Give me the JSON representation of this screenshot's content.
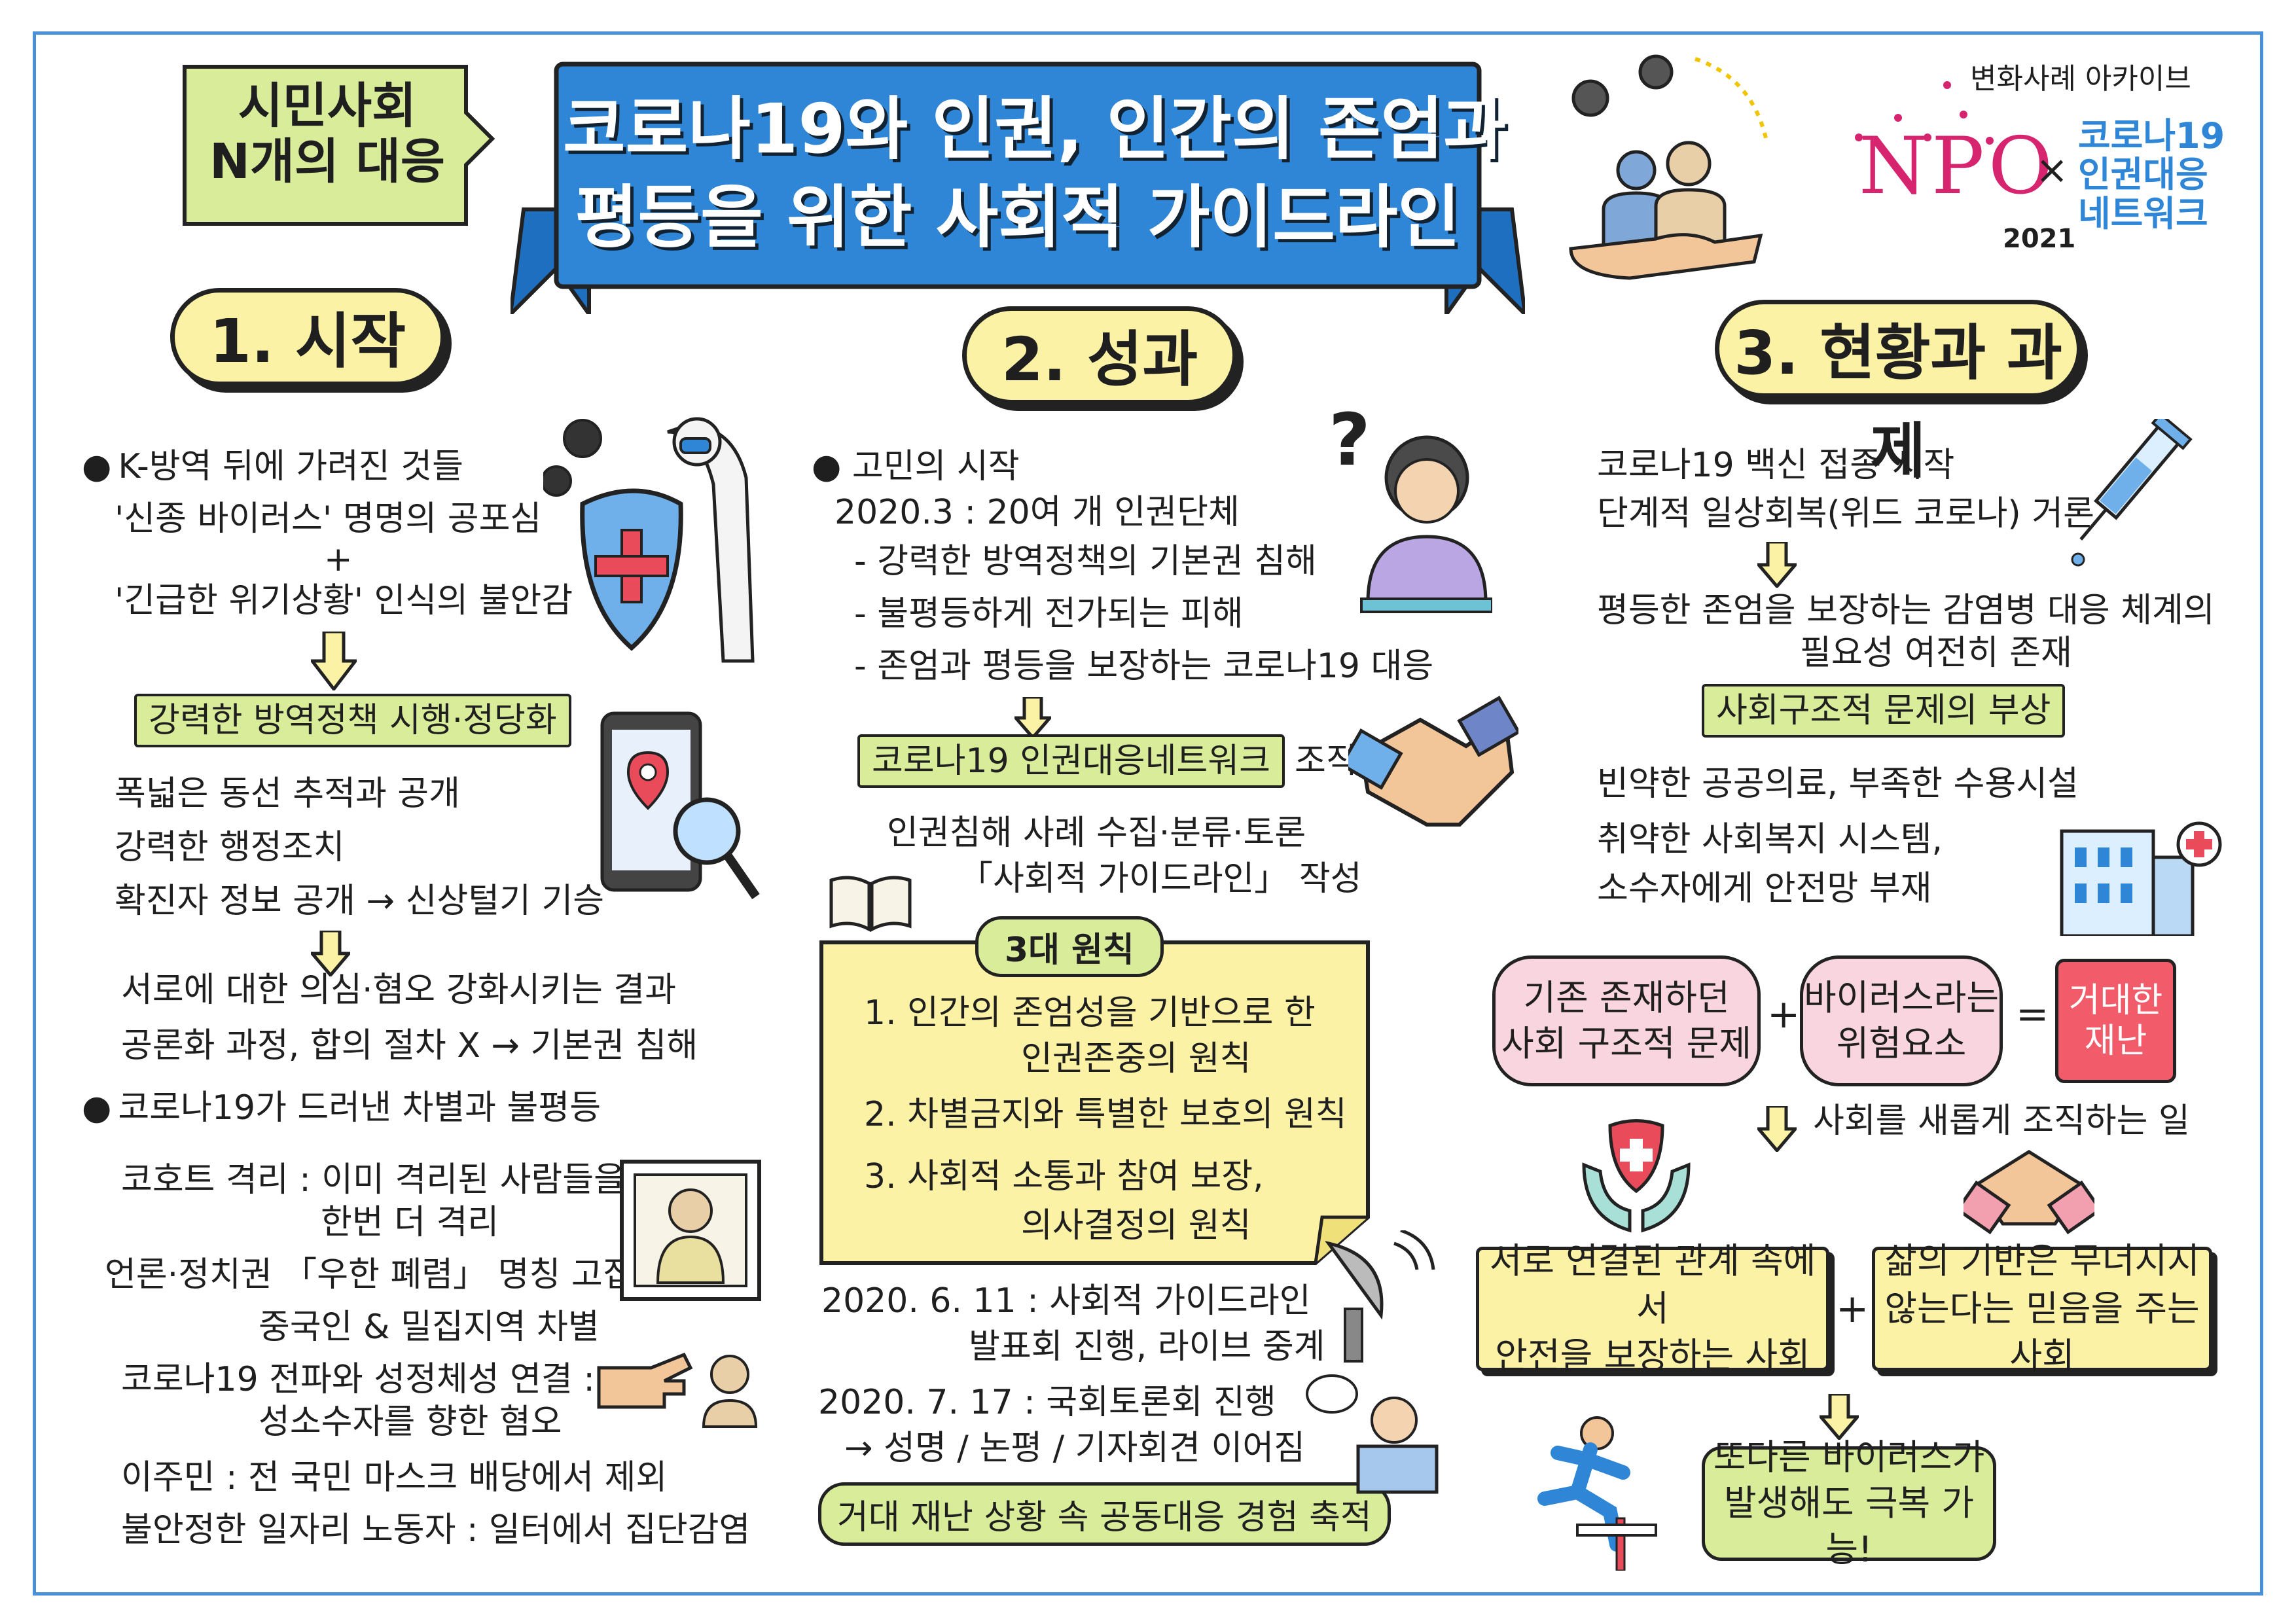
{
  "header": {
    "badge": [
      "시민사회",
      "N개의 대응"
    ],
    "title_line1": "코로나19와 인권, 인간의 존엄과",
    "title_line2": "평등을 위한 사회적 가이드라인",
    "archive_label": "변화사례 아카이브",
    "npo_logo": "NPO",
    "times": "×",
    "network": [
      "코로나19",
      "인권대응",
      "네트워크"
    ],
    "year": "2021"
  },
  "col1": {
    "heading": "1. 시작",
    "b1_title": "K-방역 뒤에 가려진 것들",
    "b1_l1": "'신종 바이러스' 명명의 공포심",
    "b1_plus": "+",
    "b1_l2": "'긴급한 위기상황' 인식의 불안감",
    "hl1": "강력한 방역정책 시행·정당화",
    "p1": "폭넓은 동선 추적과 공개",
    "p2": "강력한 행정조치",
    "p3": "확진자 정보 공개 → 신상털기 기승",
    "r1": "서로에 대한 의심·혐오 강화시키는 결과",
    "r2": "공론화 과정, 합의 절차 X → 기본권 침해",
    "b2_title": "코로나19가 드러낸 차별과 불평등",
    "d1a": "코호트 격리 : 이미 격리된 사람들을",
    "d1b": "한번 더 격리",
    "d2a": "언론·정치권 「우한 폐렴」 명칭 고집 :",
    "d2b": "중국인 & 밀집지역 차별",
    "d3a": "코로나19 전파와 성정체성 연결 :",
    "d3b": "성소수자를 향한 혐오",
    "d4": "이주민 : 전 국민 마스크 배당에서 제외",
    "d5": "불안정한 일자리 노동자 : 일터에서 집단감염"
  },
  "col2": {
    "heading": "2. 성과",
    "b_title": "고민의 시작",
    "date1": "2020.3 : 20여 개 인권단체",
    "i1": "- 강력한 방역정책의 기본권 침해",
    "i2": "- 불평등하게 전가되는 피해",
    "i3": "- 존엄과 평등을 보장하는 코로나19 대응",
    "hl_net": "코로나19 인권대응네트워크",
    "hl_suffix": "조직",
    "w1": "인권침해 사례 수집·분류·토론",
    "w2": "「사회적 가이드라인」 작성",
    "principles_tag": "3대 원칙",
    "pr1a": "1. 인간의 존엄성을 기반으로 한",
    "pr1b": "인권존중의 원칙",
    "pr2": "2. 차별금지와 특별한 보호의 원칙",
    "pr3a": "3. 사회적 소통과 참여 보장,",
    "pr3b": "의사결정의 원칙",
    "e1a": "2020. 6. 11 : 사회적 가이드라인",
    "e1b": "발표회 진행, 라이브 중계",
    "e2a": "2020. 7. 17 : 국회토론회 진행",
    "e2b": "→ 성명 / 논평 / 기자회견 이어짐",
    "hl_bottom": "거대 재난 상황 속 공동대응 경험 축적"
  },
  "col3": {
    "heading": "3. 현황과 과제",
    "s1": "코로나19 백신 접종 시작",
    "s2": "단계적 일상회복(위드 코로나) 거론",
    "s3": "평등한 존엄을 보장하는 감염병 대응 체계의",
    "s4": "필요성 여전히 존재",
    "hl": "사회구조적 문제의 부상",
    "p1": "빈약한 공공의료, 부족한 수용시설",
    "p2": "취약한 사회복지 시스템,",
    "p3": "소수자에게 안전망 부재",
    "eq1": [
      "기존 존재하던",
      "사회 구조적 문제"
    ],
    "eq_plus": "+",
    "eq2": [
      "바이러스라는",
      "위험요소"
    ],
    "eq_equals": "=",
    "eq3": [
      "거대한",
      "재난"
    ],
    "rebuild": "사회를 새롭게 조직하는 일",
    "box1": [
      "서로 연결된 관계 속에서",
      "안전을 보장하는 사회"
    ],
    "box_plus": "+",
    "box2": [
      "삶의 기반은 무너지지",
      "않는다는 믿음을 주는 사회"
    ],
    "final": [
      "또다른 바이러스가",
      "발생해도 극복 가능!"
    ]
  },
  "colors": {
    "frame": "#4a90d9",
    "banner": "#2f86d6",
    "heading_fill": "#fbf2a6",
    "highlight_green": "#d9ec9a",
    "pink_pill": "#f9d6df",
    "red_box": "#f25b6a",
    "npo_pink": "#d6246e",
    "network_blue": "#2f86d6"
  },
  "icons": [
    "virus-icon",
    "shield-icon",
    "hazmat-person-icon",
    "phone-map-icon",
    "magnifier-icon",
    "worried-woman-icon",
    "handshake-icon",
    "book-icon",
    "satellite-dish-icon",
    "speaker-icon",
    "pointing-hand-icon",
    "syringe-icon",
    "hospital-icon",
    "hands-shield-icon",
    "clasped-hands-icon",
    "hurdle-runner-icon",
    "people-in-hand-icon"
  ]
}
